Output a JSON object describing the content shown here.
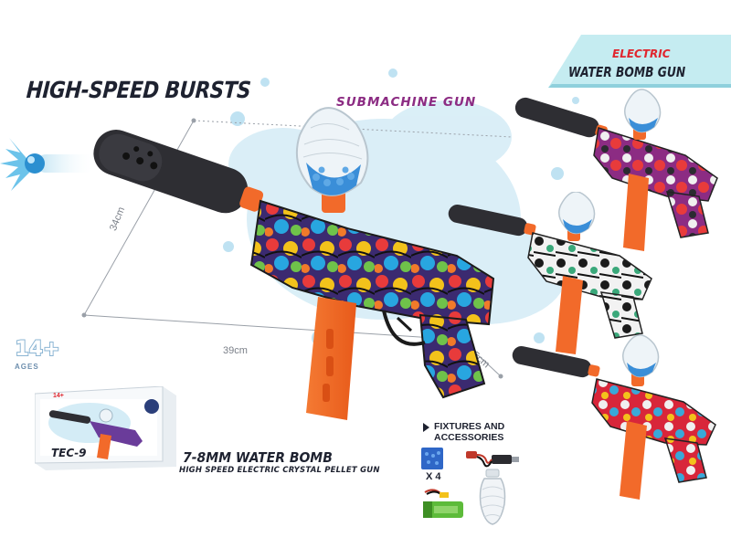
{
  "headline": "HIGH-SPEED BURSTS",
  "subtitle": "SUBMACHINE GUN",
  "banner": {
    "line1": "ELECTRIC",
    "line2": "WATER BOMB GUN"
  },
  "dimensions": {
    "height": "34cm",
    "length": "39cm",
    "width": "6.5cm"
  },
  "age_badge": {
    "number": "14+",
    "label": "AGES"
  },
  "product_box": {
    "model": "TEC-9",
    "age": "14+"
  },
  "product_title": "7-8MM WATER BOMB",
  "product_subtitle": "HIGH SPEED ELECTRIC CRYSTAL PELLET GUN",
  "accessories": {
    "title": "FIXTURES AND ACCESSORIES",
    "quantity": "X 4"
  },
  "colors": {
    "orange": "#f26a2a",
    "barrel": "#2b2b30",
    "accent_purple": "#8c2c83",
    "accent_red": "#e0262e",
    "splash_blue": "#4fb3e3",
    "banner_cyan": "#bfe9ef"
  },
  "icons": [
    "water-splash-icon",
    "hopper-icon",
    "battery-icon",
    "charger-cable-icon",
    "gel-bead-pack-icon",
    "bottle-icon"
  ]
}
